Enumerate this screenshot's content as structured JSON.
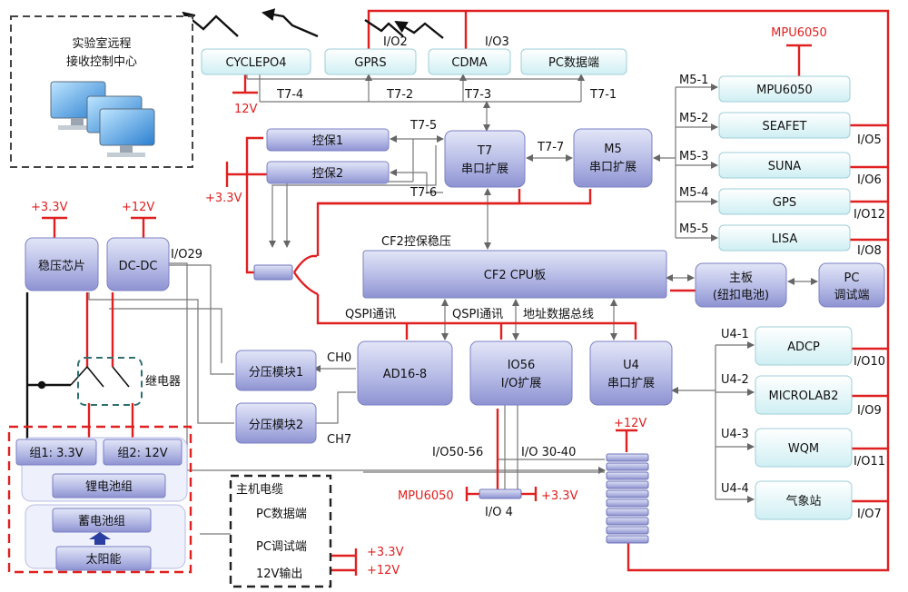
{
  "control_center": {
    "line1": "实验室远程",
    "line2": "接收控制中心"
  },
  "comm": {
    "cyclepo4": "CYCLEPO4",
    "gprs": "GPRS",
    "cdma": "CDMA",
    "pc_data": "PC数据端",
    "t7_4": "T7-4",
    "t7_2": "T7-2",
    "t7_3": "T7-3",
    "t7_1": "T7-1",
    "io2": "I/O2",
    "io3": "I/O3",
    "v12_cyclepo": "12V"
  },
  "modules": {
    "kongbao1": "控保1",
    "kongbao2": "控保2",
    "t7_5": "T7-5",
    "t7_6": "T7-6",
    "t7_7": "T7-7",
    "t7_title": "T7",
    "t7_sub": "串口扩展",
    "m5_title": "M5",
    "m5_sub": "串口扩展",
    "v33_left": "+3.3V",
    "cf2_stab": "CF2控保稳压",
    "cf2": "CF2 CPU板",
    "main_board_1": "主板",
    "main_board_2": "(纽扣电池)",
    "pc_debug_1": "PC",
    "pc_debug_2": "调试端",
    "qspi1": "QSPI通讯",
    "qspi2": "QSPI通讯",
    "addr_bus": "地址数据总线"
  },
  "m5_sensors": {
    "mpu_top": "MPU6050",
    "rows": [
      {
        "port": "M5-1",
        "name": "MPU6050",
        "io": ""
      },
      {
        "port": "M5-2",
        "name": "SEAFET",
        "io": "I/O5"
      },
      {
        "port": "M5-3",
        "name": "SUNA",
        "io": "I/O6"
      },
      {
        "port": "M5-4",
        "name": "GPS",
        "io": "I/O12"
      },
      {
        "port": "M5-5",
        "name": "LISA",
        "io": "I/O8"
      }
    ]
  },
  "u4_sensors": {
    "rows": [
      {
        "port": "U4-1",
        "name": "ADCP",
        "io": "I/O10"
      },
      {
        "port": "U4-2",
        "name": "MICROLAB2",
        "io": "I/O9"
      },
      {
        "port": "U4-3",
        "name": "WQM",
        "io": "I/O11"
      },
      {
        "port": "U4-4",
        "name": "气象站",
        "io": "I/O7"
      }
    ]
  },
  "power": {
    "v33": "+3.3V",
    "v12": "+12V",
    "regulator": "稳压芯片",
    "dcdc": "DC-DC",
    "io29": "I/O29",
    "relay": "继电器",
    "group1": "组1: 3.3V",
    "group2": "组2: 12V",
    "lithium": "锂电池组",
    "storage": "蓄电池组",
    "solar": "太阳能"
  },
  "io": {
    "divider1": "分压模块1",
    "divider2": "分压模块2",
    "ch0": "CH0",
    "ch7": "CH7",
    "ad16": "AD16-8",
    "io56_1": "IO56",
    "io56_2": "I/O扩展",
    "u4_1": "U4",
    "u4_2": "串口扩展",
    "io50_56": "I/O50-56",
    "io30_40": "I/O 30-40",
    "v12_conn": "+12V",
    "mpu_bottom": "MPU6050",
    "v33_io4": "+3.3V",
    "io4": "I/O 4"
  },
  "cable": {
    "title": "主机电缆",
    "pc_data": "PC数据端",
    "pc_debug": "PC调试端",
    "out12": "12V输出",
    "v33": "+3.3V",
    "v12": "+12V"
  }
}
